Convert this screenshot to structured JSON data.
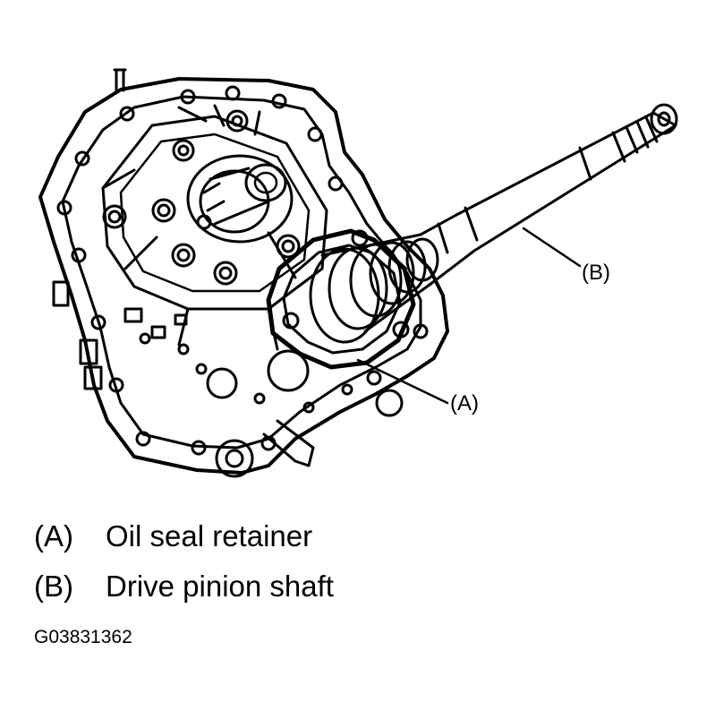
{
  "diagram": {
    "callouts": [
      {
        "key": "(A)",
        "label": "Oil seal retainer"
      },
      {
        "key": "(B)",
        "label": "Drive pinion shaft"
      }
    ],
    "figure_code": "G03831362"
  }
}
